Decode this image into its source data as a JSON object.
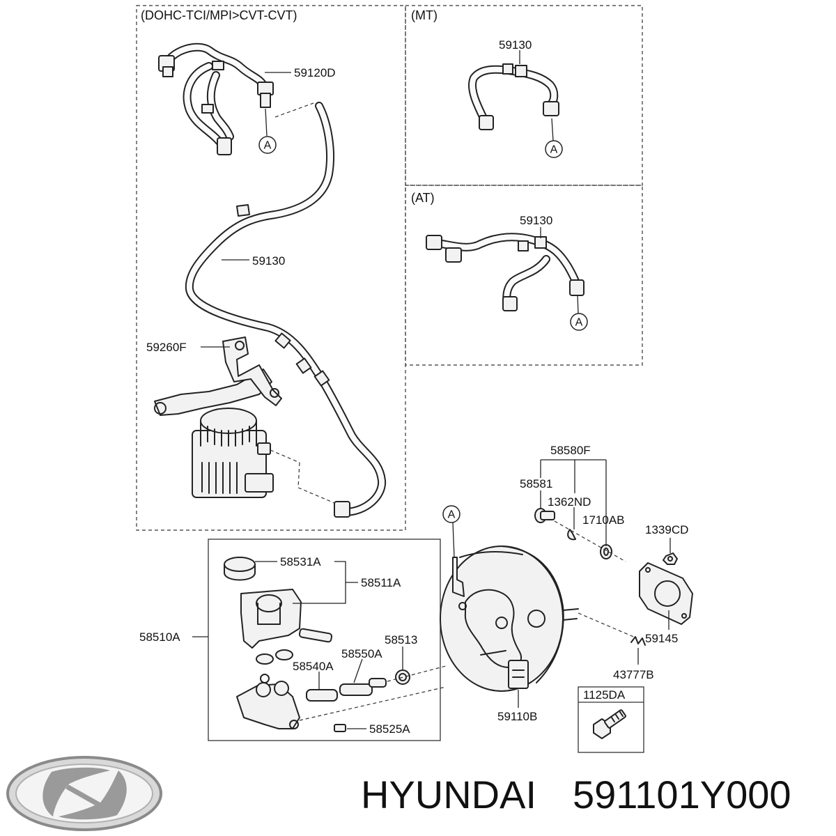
{
  "sections": {
    "engine_variant": "(DOHC-TCI/MPI>CVT-CVT)",
    "mt": "(MT)",
    "at": "(AT)"
  },
  "labels": {
    "p59120D": "59120D",
    "p59130_main": "59130",
    "p59130_mt": "59130",
    "p59130_at": "59130",
    "p59260F": "59260F",
    "p58580F": "58580F",
    "p58581": "58581",
    "p1362ND": "1362ND",
    "p1710AB": "1710AB",
    "p1339CD": "1339CD",
    "p59145": "59145",
    "p43777B": "43777B",
    "p1125DA": "1125DA",
    "p59110B": "59110B",
    "p58531A": "58531A",
    "p58511A": "58511A",
    "p58510A": "58510A",
    "p58513": "58513",
    "p58550A": "58550A",
    "p58540A": "58540A",
    "p58525A": "58525A"
  },
  "callouts": {
    "a1": "A",
    "a2": "A",
    "a3": "A",
    "a4": "A"
  },
  "footer": {
    "brand": "HYUNDAI",
    "part_number": "591101Y000"
  }
}
